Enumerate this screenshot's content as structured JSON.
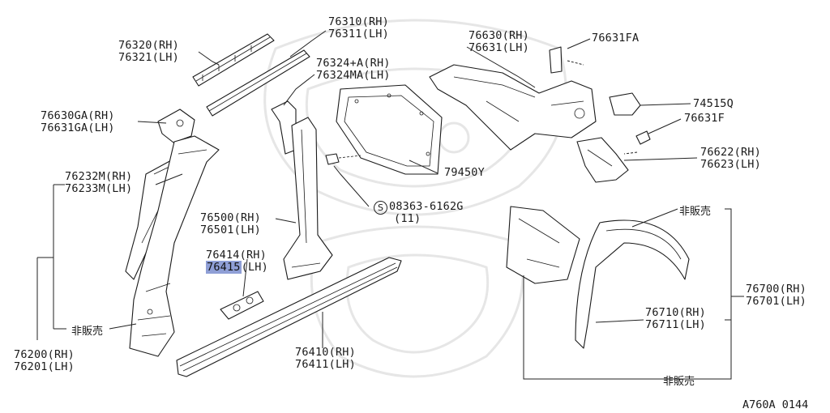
{
  "labels": {
    "p76320": "76320(RH)",
    "p76321": "76321(LH)",
    "p76310": "76310(RH)",
    "p76311": "76311(LH)",
    "p76324a": "76324+A(RH)",
    "p76324ma": "76324MA(LH)",
    "p76630": "76630(RH)",
    "p76631": "76631(LH)",
    "p76631fa": "76631FA",
    "p76630ga": "76630GA(RH)",
    "p76631ga": "76631GA(LH)",
    "p74515q": "74515Q",
    "p76631f": "76631F",
    "p76232m": "76232M(RH)",
    "p76233m": "76233M(LH)",
    "p79450y": "79450Y",
    "p76622": "76622(RH)",
    "p76623": "76623(LH)",
    "p08363": "08363-6162G",
    "p08363qty": "(11)",
    "p76500": "76500(RH)",
    "p76501": "76501(LH)",
    "p76414": "76414(RH)",
    "p76415": "76415",
    "p76415lh": "(LH)",
    "p76700": "76700(RH)",
    "p76701": "76701(LH)",
    "p76710": "76710(RH)",
    "p76711": "76711(LH)",
    "p76200": "76200(RH)",
    "p76201": "76201(LH)",
    "p76410": "76410(RH)",
    "p76411": "76411(LH)",
    "not_for_sale_1": "非販売",
    "not_for_sale_2": "非販売",
    "not_for_sale_3": "非販売",
    "s_symbol": "S",
    "diagram_ref": "A760A 0144"
  },
  "highlight_color": "#8f9fd6"
}
